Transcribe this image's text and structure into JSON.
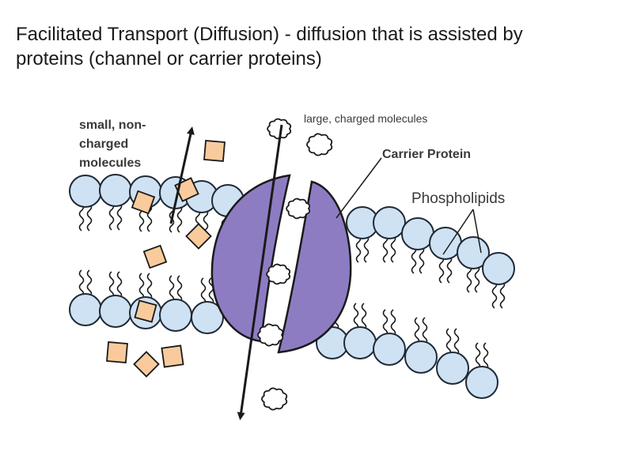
{
  "slide": {
    "title_line1": "Facilitated Transport (Diffusion) - diffusion that is assisted by",
    "title_line2": "proteins (channel or carrier proteins)"
  },
  "diagram": {
    "labels": {
      "small_line1": "small, non-",
      "small_line2": "charged",
      "small_line3": "molecules",
      "large": "large, charged molecules",
      "carrier": "Carrier Protein",
      "phospholipids": "Phospholipids"
    },
    "colors": {
      "head_fill": "#cfe2f3",
      "head_stroke": "#1f2a36",
      "protein_fill": "#8e7cc3",
      "small_molecule_fill": "#f9cb9c",
      "ink": "#1a1a1a"
    },
    "icons": {
      "up_arrow": "arrow-up-icon",
      "down_arrow": "arrow-down-icon",
      "large_molecule": "cloud-molecule-icon",
      "small_molecule": "square-molecule-icon"
    }
  }
}
